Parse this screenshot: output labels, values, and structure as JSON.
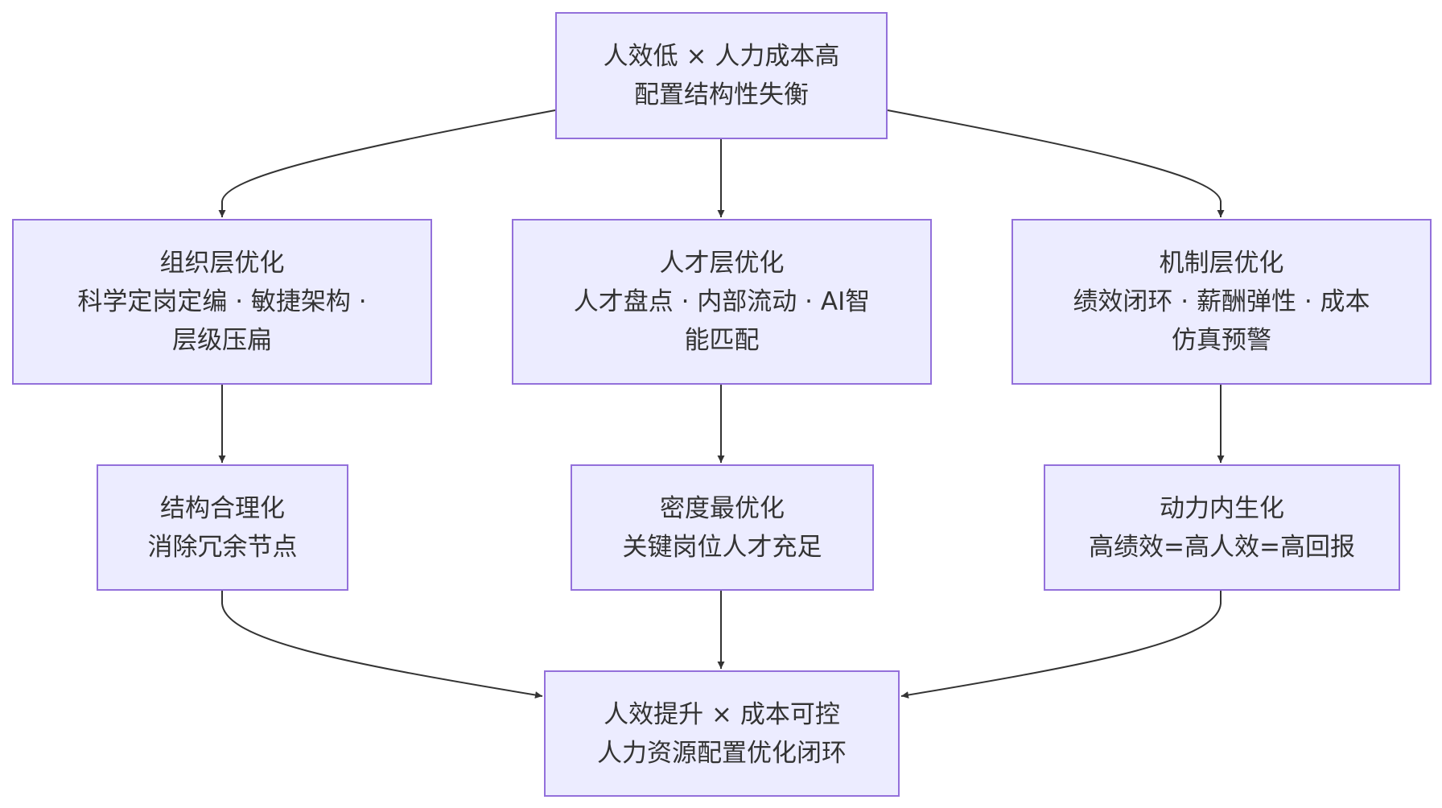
{
  "colors": {
    "node_fill": "#ECECFF",
    "node_border": "#9370DB",
    "text": "#333333",
    "edge": "#333333"
  },
  "nodes": {
    "top": {
      "line1": "人效低 × 人力成本高",
      "line2": "配置结构性失衡"
    },
    "org": {
      "line1": "组织层优化",
      "line2": "科学定岗定编 · 敏捷架构 ·",
      "line3": "层级压扁"
    },
    "talent": {
      "line1": "人才层优化",
      "line2": "人才盘点 · 内部流动 · AI智",
      "line3": "能匹配"
    },
    "mech": {
      "line1": "机制层优化",
      "line2": "绩效闭环 · 薪酬弹性 · 成本",
      "line3": "仿真预警"
    },
    "struct": {
      "line1": "结构合理化",
      "line2": "消除冗余节点"
    },
    "density": {
      "line1": "密度最优化",
      "line2": "关键岗位人才充足"
    },
    "drive": {
      "line1": "动力内生化",
      "line2": "高绩效=高人效=高回报"
    },
    "bottom": {
      "line1": "人效提升 × 成本可控",
      "line2": "人力资源配置优化闭环"
    }
  },
  "edges": [
    {
      "from": "top",
      "to": "org"
    },
    {
      "from": "top",
      "to": "talent"
    },
    {
      "from": "top",
      "to": "mech"
    },
    {
      "from": "org",
      "to": "struct"
    },
    {
      "from": "talent",
      "to": "density"
    },
    {
      "from": "mech",
      "to": "drive"
    },
    {
      "from": "struct",
      "to": "bottom"
    },
    {
      "from": "density",
      "to": "bottom"
    },
    {
      "from": "drive",
      "to": "bottom"
    }
  ]
}
